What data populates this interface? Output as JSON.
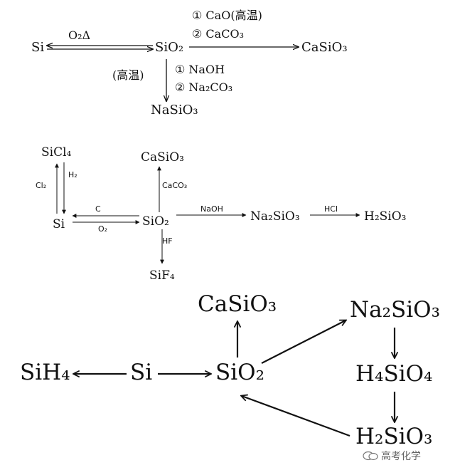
{
  "diagram1": {
    "si": "Si",
    "sio2": "SiO₂",
    "casio3": "CaSiO₃",
    "nasio3": "NaSiO₃",
    "cond_si_sio2": "O₂Δ",
    "cond_casio3_1": "① CaO(高温)",
    "cond_casio3_2": "② CaCO₃",
    "cond_down_high_temp": "(高温)",
    "cond_nasio3_1": "① NaOH",
    "cond_nasio3_2": "② Na₂CO₃"
  },
  "diagram2": {
    "sicl4": "SiCl₄",
    "si": "Si",
    "sio2": "SiO₂",
    "casio3": "CaSiO₃",
    "na2sio3": "Na₂SiO₃",
    "h2sio3": "H₂SiO₃",
    "sif4": "SiF₄",
    "cl2": "Cl₂",
    "h2": "H₂",
    "c": "C",
    "o2": "O₂",
    "caco3": "CaCO₃",
    "naoh": "NaOH",
    "hcl": "HCl",
    "hf": "HF"
  },
  "diagram3": {
    "sih4": "SiH₄",
    "si": "Si",
    "sio2": "SiO₂",
    "casio3": "CaSiO₃",
    "na2sio3": "Na₂SiO₃",
    "h4sio4": "H₄SiO₄",
    "h2sio3": "H₂SiO₃"
  },
  "watermark": {
    "text": "高考化学"
  }
}
